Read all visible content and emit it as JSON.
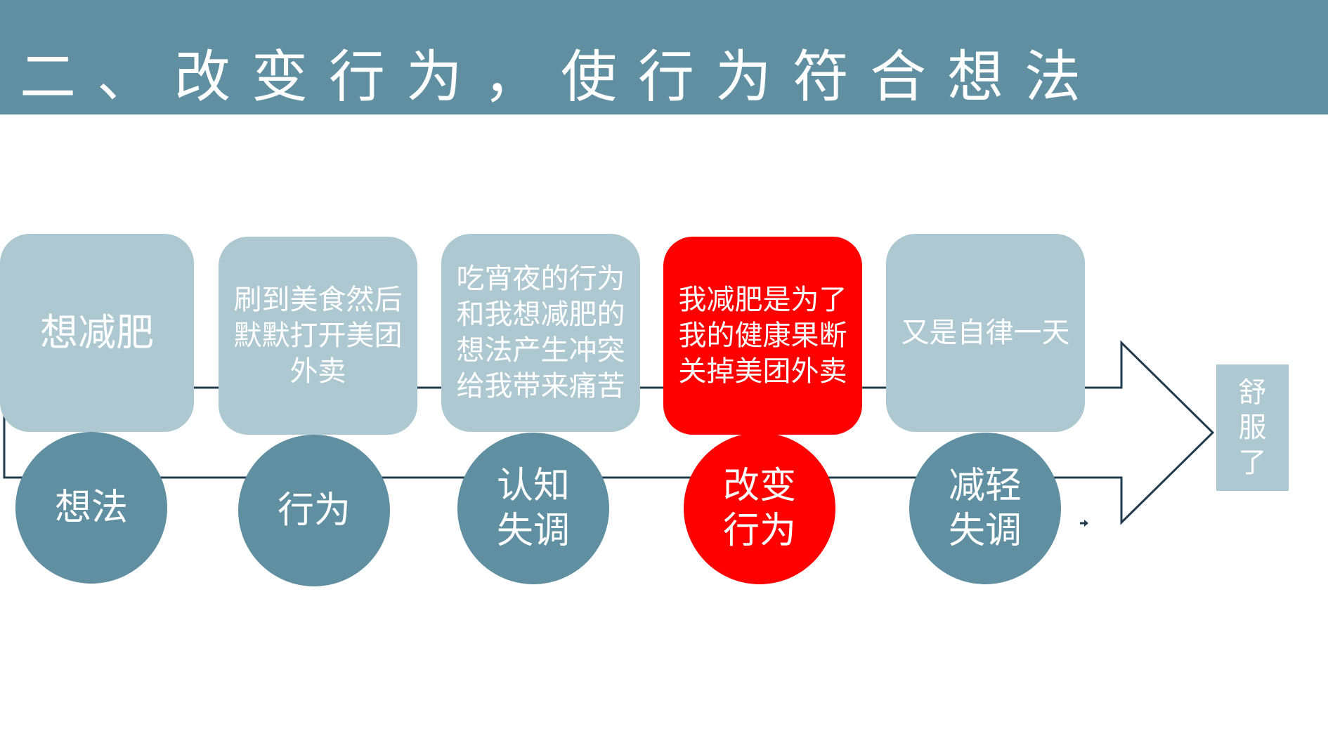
{
  "header": {
    "title": "二、改变行为，使行为符合想法"
  },
  "diagram": {
    "boxes": [
      {
        "text": "想减肥",
        "highlight": false
      },
      {
        "text": "刷到美食然后默默打开美团外卖",
        "highlight": false
      },
      {
        "text": "吃宵夜的行为和我想减肥的想法产生冲突给我带来痛苦",
        "highlight": false
      },
      {
        "text": "我减肥是为了我的健康果断关掉美团外卖",
        "highlight": true
      },
      {
        "text": "又是自律一天",
        "highlight": false
      }
    ],
    "circles": [
      {
        "text": "想法",
        "highlight": false
      },
      {
        "text": "行为",
        "highlight": false
      },
      {
        "text": "认知失调",
        "highlight": true
      },
      {
        "text": "改变行为",
        "highlight": true
      },
      {
        "text": "减轻失调",
        "highlight": false
      }
    ],
    "end_label": "舒服了"
  },
  "colors": {
    "header_bg": "#5f8fa1",
    "box_bg": "#adc8d0",
    "circle_bg": "#5f8fa1",
    "highlight": "#ff0000",
    "arrow_outline": "#1f3b4d"
  }
}
